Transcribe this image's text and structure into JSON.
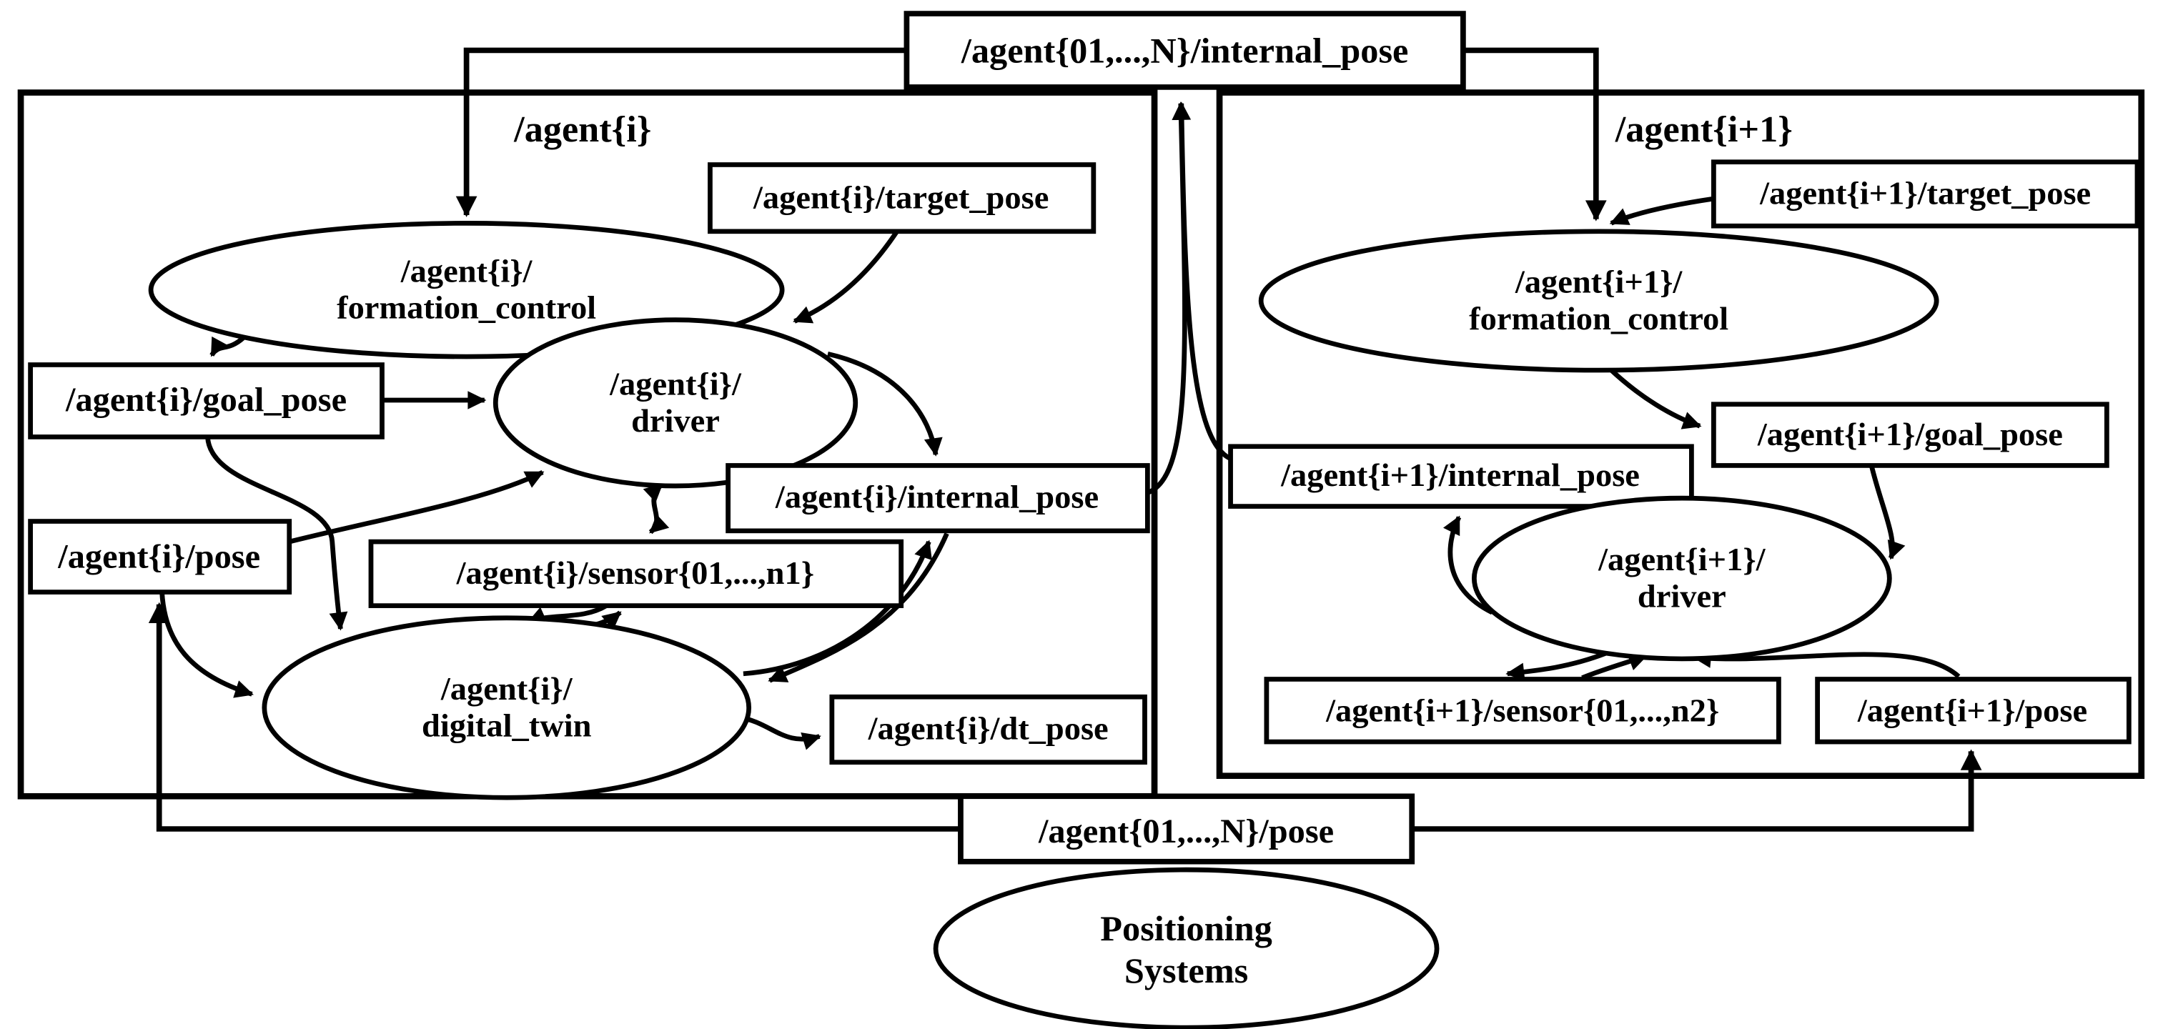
{
  "figure": {
    "type": "ros-computation-graph",
    "background": "#ffffff",
    "stroke_color": "#000000"
  },
  "global_topics": {
    "internal_pose": "/agent{01,...,N}/internal_pose",
    "pose": "/agent{01,...,N}/pose"
  },
  "positioning": {
    "line1": "Positioning",
    "line2": "Systems"
  },
  "agent_i": {
    "label": "/agent{i}",
    "target_pose": "/agent{i}/target_pose",
    "formation_control": {
      "line1": "/agent{i}/",
      "line2": "formation_control"
    },
    "goal_pose": "/agent{i}/goal_pose",
    "driver": {
      "line1": "/agent{i}/",
      "line2": "driver"
    },
    "internal_pose": "/agent{i}/internal_pose",
    "pose": "/agent{i}/pose",
    "sensor": "/agent{i}/sensor{01,...,n1}",
    "digital_twin": {
      "line1": "/agent{i}/",
      "line2": "digital_twin"
    },
    "dt_pose": "/agent{i}/dt_pose"
  },
  "agent_i1": {
    "label": "/agent{i+1}",
    "target_pose": "/agent{i+1}/target_pose",
    "formation_control": {
      "line1": "/agent{i+1}/",
      "line2": "formation_control"
    },
    "goal_pose": "/agent{i+1}/goal_pose",
    "internal_pose": "/agent{i+1}/internal_pose",
    "driver": {
      "line1": "/agent{i+1}/",
      "line2": "driver"
    },
    "sensor": "/agent{i+1}/sensor{01,...,n2}",
    "pose": "/agent{i+1}/pose"
  }
}
